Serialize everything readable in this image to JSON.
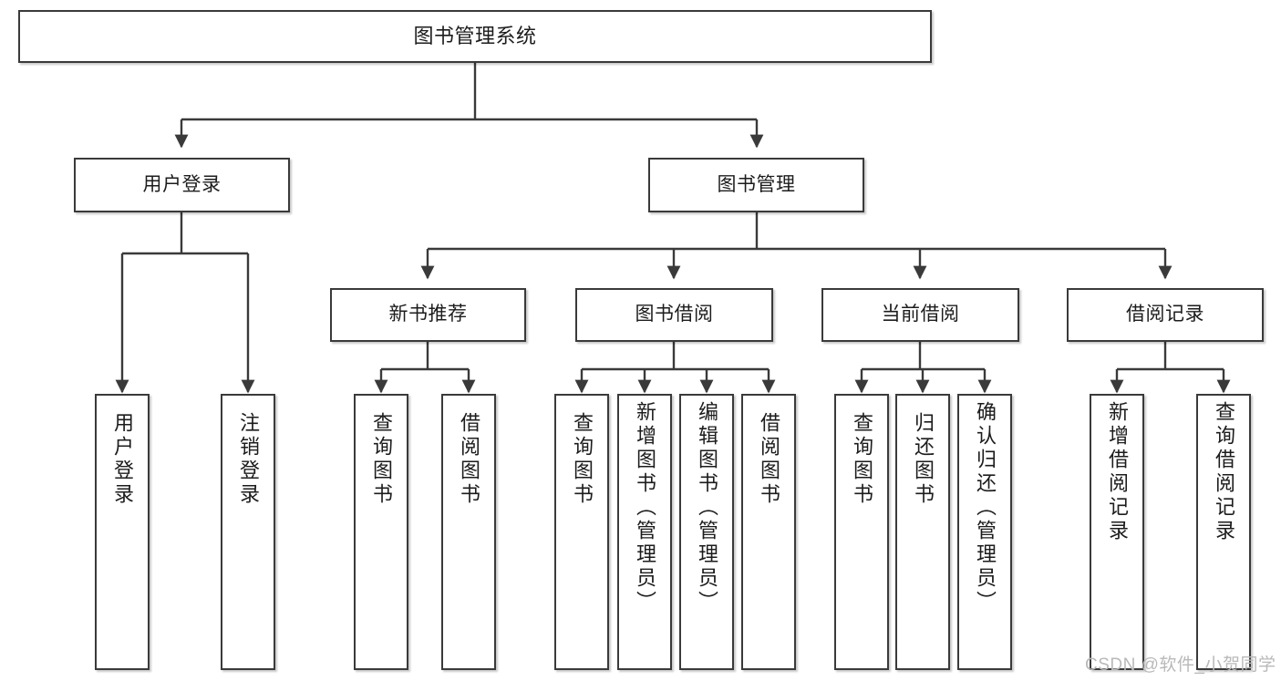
{
  "diagram": {
    "type": "tree",
    "title": "图书管理系统",
    "watermark": "CSDN @软件_小贺同学",
    "colors": {
      "stroke": "#3a3a3a",
      "fill": "#ffffff",
      "text": "#1c1c1c",
      "watermark": "#b9b9b9"
    },
    "nodes": {
      "root": {
        "label": "图书管理系统"
      },
      "level2": [
        {
          "label": "用户登录"
        },
        {
          "label": "图书管理"
        }
      ],
      "level3": [
        {
          "label": "新书推荐"
        },
        {
          "label": "图书借阅"
        },
        {
          "label": "当前借阅"
        },
        {
          "label": "借阅记录"
        }
      ],
      "leaves": {
        "user_login": [
          {
            "label": "用户登录"
          },
          {
            "label": "注销登录"
          }
        ],
        "new_book": [
          {
            "label": "查询图书"
          },
          {
            "label": "借阅图书"
          }
        ],
        "book_borrow": [
          {
            "label": "查询图书"
          },
          {
            "label": "新增图书（管理员）"
          },
          {
            "label": "编辑图书（管理员）"
          },
          {
            "label": "借阅图书"
          }
        ],
        "current_borrow": [
          {
            "label": "查询图书"
          },
          {
            "label": "归还图书"
          },
          {
            "label": "确认归还（管理员）"
          }
        ],
        "borrow_record": [
          {
            "label": "新增借阅记录"
          },
          {
            "label": "查询借阅记录"
          }
        ]
      }
    }
  }
}
